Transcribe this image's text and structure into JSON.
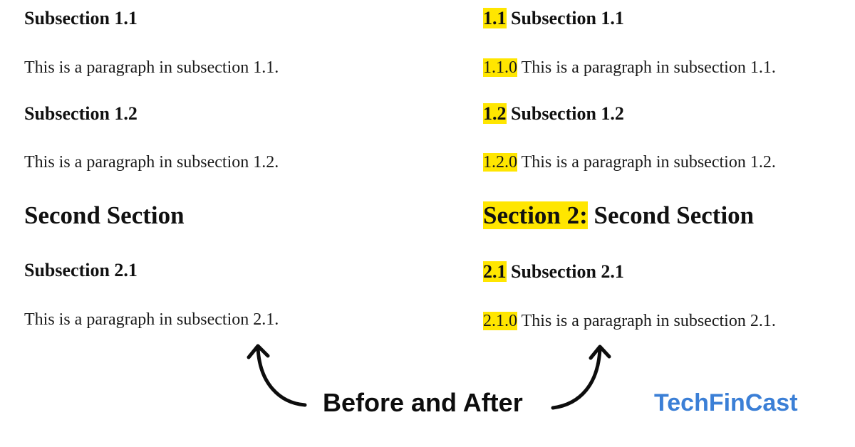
{
  "before": {
    "subsection_1_1": "Subsection 1.1",
    "para_1_1": "This is a paragraph in subsection 1.1.",
    "subsection_1_2": "Subsection 1.2",
    "para_1_2": "This is a paragraph in subsection 1.2.",
    "section_2": "Second Section",
    "subsection_2_1": "Subsection 2.1",
    "para_2_1": "This is a paragraph in subsection 2.1."
  },
  "after": {
    "subsection_1_1": {
      "number": "1.1",
      "title": " Subsection 1.1"
    },
    "para_1_1": {
      "number": "1.1.0",
      "text": " This is a paragraph in subsection 1.1."
    },
    "subsection_1_2": {
      "number": "1.2",
      "title": " Subsection 1.2"
    },
    "para_1_2": {
      "number": "1.2.0",
      "text": " This is a paragraph in subsection 1.2."
    },
    "section_2": {
      "number": "Section 2:",
      "title": " Second Section"
    },
    "subsection_2_1": {
      "number": "2.1",
      "title": " Subsection 2.1"
    },
    "para_2_1": {
      "number": "2.1.0",
      "text": " This is a paragraph in subsection 2.1."
    }
  },
  "caption": "Before and After",
  "brand": "TechFinCast",
  "colors": {
    "highlight": "#ffe600",
    "brand": "#3b7fd6",
    "text": "#111111"
  },
  "icons": [
    "curved-arrow-left-icon",
    "curved-arrow-right-icon"
  ]
}
